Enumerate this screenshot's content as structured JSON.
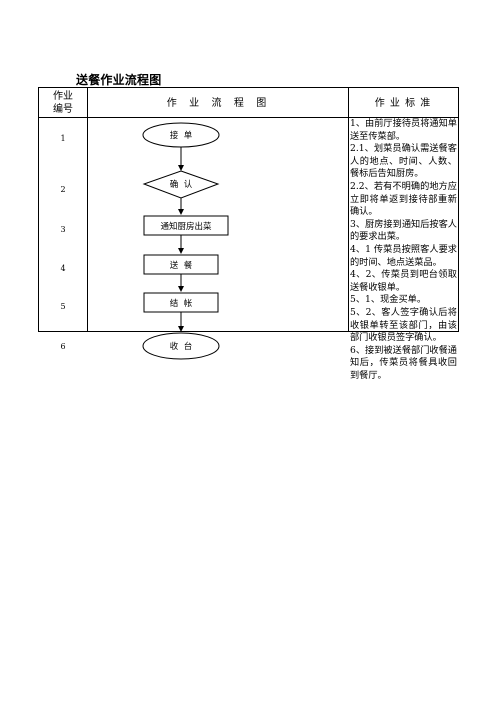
{
  "title": "送餐作业流程图",
  "table": {
    "header": {
      "col1_line1": "作业",
      "col1_line2": "编号",
      "col2": "作  业  流  程  图",
      "col3": "作 业 标 准"
    },
    "row_numbers": [
      "1",
      "2",
      "3",
      "4",
      "5",
      "6"
    ],
    "flow_nodes": [
      {
        "label": "接  单",
        "shape": "terminal"
      },
      {
        "label": "确  认",
        "shape": "decision"
      },
      {
        "label": "通知厨房出菜",
        "shape": "process"
      },
      {
        "label": "送  餐",
        "shape": "process"
      },
      {
        "label": "结  帐",
        "shape": "process"
      },
      {
        "label": "收  台",
        "shape": "terminal"
      }
    ],
    "standards": [
      "1、由前厅接待员将通知单送至传菜部。",
      "2.1、划菜员确认需送餐客人的地点、时间、人数、餐标后告知厨房。",
      "2.2、若有不明确的地方应立即将单返到接待部重新确认。",
      "3、厨房接到通知后按客人的要求出菜。",
      "4、1 传菜员按照客人要求的时间、地点送菜品。",
      "4、2、传菜员到吧台领取送餐收银单。",
      "5、1、现金买单。",
      "5、2、客人签字确认后将收银单转至该部门，由该部门收银员签字确认。",
      "6、接到被送餐部门收餐通知后，传菜员将餐具收回到餐厅。"
    ]
  }
}
